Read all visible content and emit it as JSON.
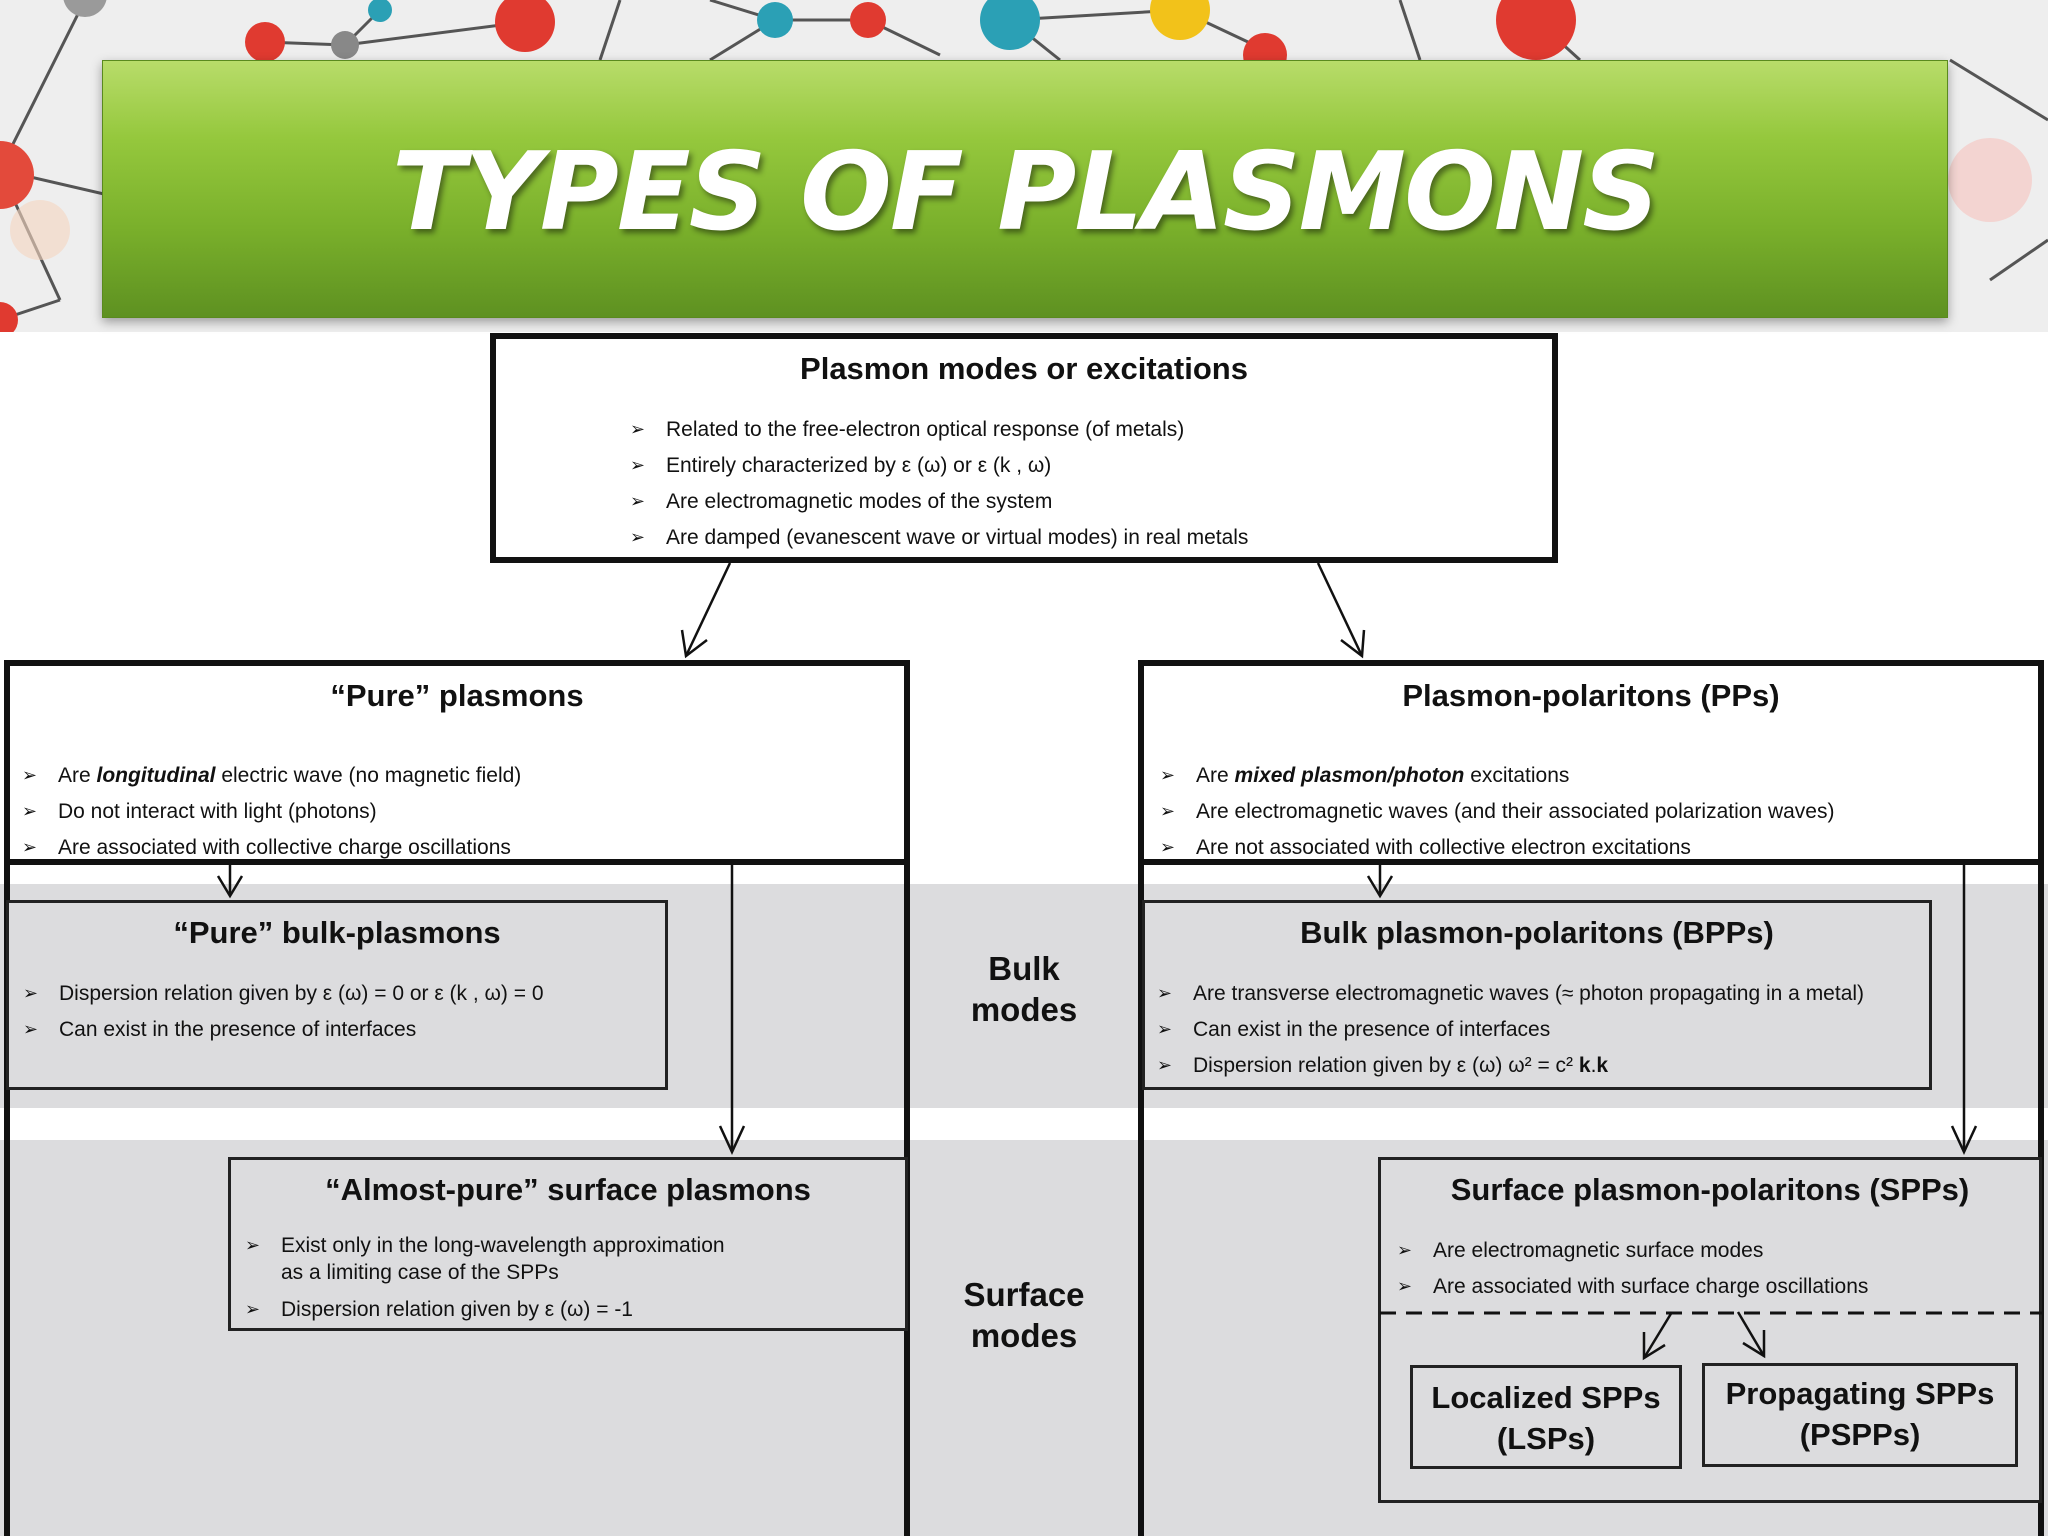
{
  "title": "TYPES OF PLASMONS",
  "colors": {
    "banner": "#7ab02b",
    "band": "#dcdcde",
    "line": "#111111"
  },
  "root": {
    "heading": "Plasmon modes or excitations",
    "bullets": [
      "Related to the free-electron optical response (of metals)",
      "Entirely characterized by ε (ω) or ε (k , ω)",
      "Are electromagnetic modes of the system",
      "Are damped (evanescent wave or virtual modes) in real metals"
    ]
  },
  "pure": {
    "heading": "“Pure” plasmons",
    "bullets": [
      "Are longitudinal electric wave (no magnetic field)",
      "Do not interact with light (photons)",
      "Are associated with collective charge oscillations"
    ]
  },
  "pp": {
    "heading": "Plasmon-polaritons (PPs)",
    "bullets": [
      "Are mixed plasmon/photon excitations",
      "Are electromagnetic waves (and their associated polarization waves)",
      "Are not associated with collective electron excitations"
    ]
  },
  "pure_bulk": {
    "heading": "“Pure” bulk-plasmons",
    "bullets": [
      "Dispersion relation given by ε (ω) = 0  or  ε (k , ω) = 0",
      "Can exist in the presence of interfaces"
    ]
  },
  "bpp": {
    "heading": "Bulk plasmon-polaritons (BPPs)",
    "bullets": [
      "Are transverse electromagnetic waves (≈ photon propagating in a metal)",
      "Can exist in the presence of interfaces",
      "Dispersion relation given by ε (ω) ω² = c² k.k"
    ]
  },
  "almost_pure": {
    "heading": "“Almost-pure” surface plasmons",
    "bullets": [
      "Exist only in the long-wavelength approximation",
      "as a limiting case of the SPPs",
      "Dispersion relation given by ε (ω) = -1"
    ]
  },
  "spp": {
    "heading": "Surface plasmon-polaritons (SPPs)",
    "bullets": [
      "Are electromagnetic surface modes",
      "Are associated with surface charge oscillations"
    ]
  },
  "lsp": {
    "line1": "Localized SPPs",
    "line2": "(LSPs)"
  },
  "pspp": {
    "line1": "Propagating SPPs",
    "line2": "(PSPPs)"
  },
  "labels": {
    "bulk_line1": "Bulk",
    "bulk_line2": "modes",
    "surface_line1": "Surface",
    "surface_line2": "modes"
  }
}
